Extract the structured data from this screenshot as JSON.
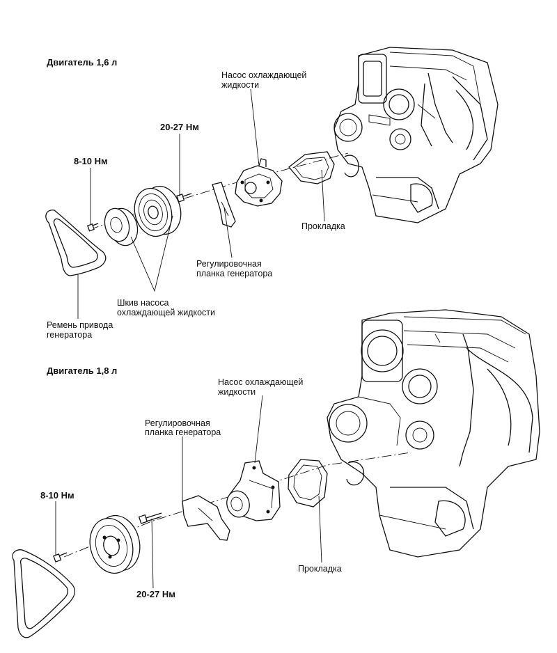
{
  "top": {
    "title": "Двигатель 1,6 л",
    "torque_bolt": "8-10 Нм",
    "torque_pump": "20-27 Нм",
    "pump_label": [
      "Насос охлаждающей",
      "жидкости"
    ],
    "gasket_label": "Прокладка",
    "bracket_label": [
      "Регулировочная",
      "планка генератора"
    ],
    "pulley_label": [
      "Шкив насоса",
      "охлаждающей жидкости"
    ],
    "belt_label": [
      "Ремень привода",
      "генератора"
    ]
  },
  "bottom": {
    "title": "Двигатель 1,8 л",
    "pump_label": [
      "Насос охлаждающей",
      "жидкости"
    ],
    "bracket_label": [
      "Регулировочная",
      "планка генератора"
    ],
    "torque_bolt": "8-10 Нм",
    "gasket_label": "Прокладка",
    "torque_pump": "20-27 Нм"
  }
}
